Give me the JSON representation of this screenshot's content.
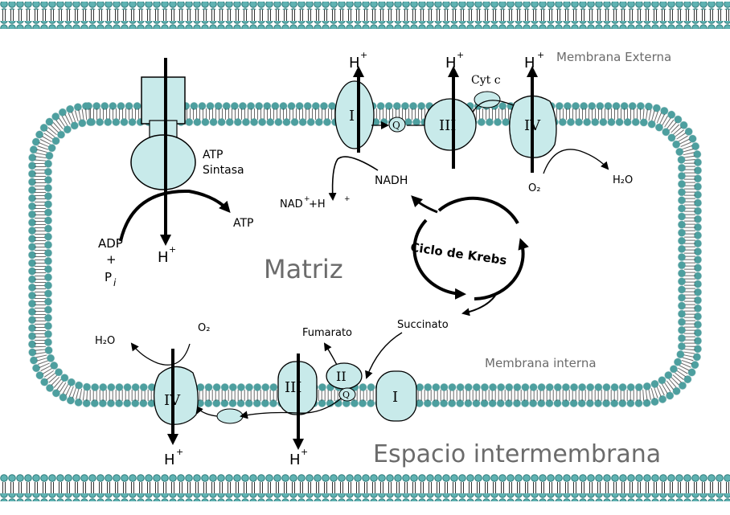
{
  "labels": {
    "membrana_externa": "Membrana Externa",
    "membrana_interna": "Membrana interna",
    "espacio": "Espacio intermembrana",
    "matriz": "Matriz",
    "atp_sintasa_1": "ATP",
    "atp_sintasa_2": "Sintasa",
    "atp": "ATP",
    "adp": "ADP",
    "plus": "+",
    "pi": "P",
    "pi_sub": "i",
    "nadh": "NADH",
    "nad": "NAD",
    "nad_sup": "+",
    "nad_rest": "+H",
    "nad_sup2": "+",
    "ciclo": "Ciclo de Krebs",
    "succinato": "Succinato",
    "fumarato": "Fumarato",
    "cyt_c": "Cyt c",
    "h2o": "H₂O",
    "o2": "O₂",
    "h": "H",
    "h_sup": "+"
  },
  "complexes": {
    "c1": "I",
    "c2": "II",
    "c3": "III",
    "c4": "IV",
    "q": "Q"
  },
  "colors": {
    "membrane_head": "#4a9e9e",
    "membrane_head_fill": "#62b4b4",
    "protein_fill": "#c8eaea",
    "stroke": "#000000",
    "label_gray": "#6b6b6b"
  }
}
